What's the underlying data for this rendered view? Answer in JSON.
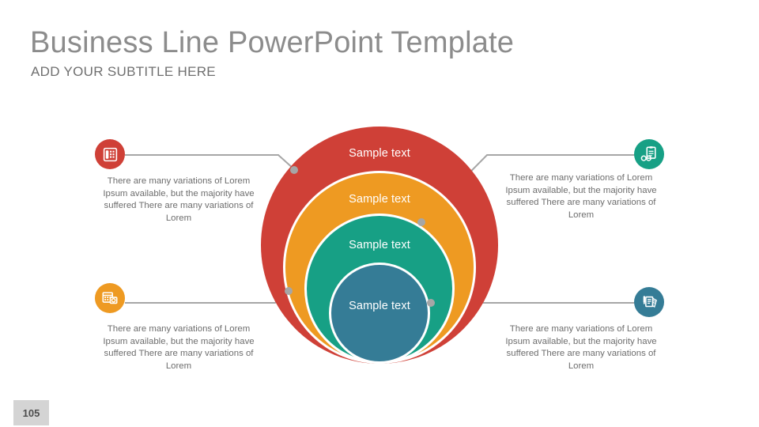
{
  "header": {
    "title": "Business Line PowerPoint Template",
    "subtitle": "ADD YOUR SUBTITLE HERE"
  },
  "diagram": {
    "type": "concentric-circles",
    "rings": [
      {
        "id": "ring-outer",
        "label": "Sample text",
        "color": "#cf4037",
        "icon": "telephone-icon"
      },
      {
        "id": "ring-second",
        "label": "Sample text",
        "color": "#ee9a22",
        "icon": "calendar-icon"
      },
      {
        "id": "ring-third",
        "label": "Sample text",
        "color": "#17a085",
        "icon": "clipboard-glasses-icon"
      },
      {
        "id": "ring-core",
        "label": "Sample text",
        "color": "#357c96",
        "icon": "documents-pen-icon"
      }
    ],
    "connector_color": "#a6a6a6",
    "ring_label_color": "#ffffff"
  },
  "callouts": [
    {
      "position": "top-left",
      "icon": "telephone-icon",
      "accent": "#cf4037",
      "text": "There are many variations of Lorem Ipsum available, but the majority have suffered  There are many variations of Lorem"
    },
    {
      "position": "bottom-left",
      "icon": "calendar-icon",
      "accent": "#ee9a22",
      "text": "There are many variations of Lorem Ipsum available, but the majority have suffered  There are many variations of Lorem"
    },
    {
      "position": "top-right",
      "icon": "clipboard-glasses-icon",
      "accent": "#17a085",
      "text": "There are many variations of Lorem Ipsum available, but the majority have suffered  There are many variations of Lorem"
    },
    {
      "position": "bottom-right",
      "icon": "documents-pen-icon",
      "accent": "#357c96",
      "text": "There are many variations of Lorem Ipsum available, but the majority have suffered  There are many variations of Lorem"
    }
  ],
  "footer": {
    "page_number": "105"
  },
  "colors": {
    "title": "#8c8c8c",
    "subtitle": "#6f6f6f",
    "body_text": "#6d6d6d",
    "red": "#cf4037",
    "orange": "#ee9a22",
    "teal": "#17a085",
    "blue": "#357c96",
    "page_badge_bg": "#d4d4d4",
    "background": "#ffffff"
  }
}
